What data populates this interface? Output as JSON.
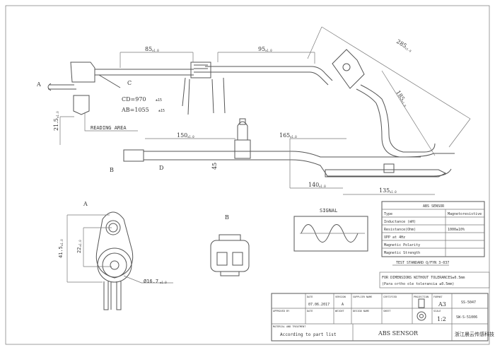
{
  "labels": {
    "a": "A",
    "b": "B",
    "c": "C",
    "d": "D",
    "view_a": "A",
    "view_b": "B"
  },
  "dims": {
    "d85": "85",
    "d95": "95",
    "d285": "285",
    "d185": "185",
    "d150": "150",
    "d165": "165",
    "d140": "140",
    "d135": "135",
    "d215": "21.5",
    "d415": "41.5",
    "d22": "22",
    "d167": "Ø16.7",
    "d45": "45"
  },
  "tolerance": "±1.0",
  "notes": {
    "cd": "CD=970",
    "ab": "AB=1055",
    "tol_cdab": "±15",
    "reading_area": "READING AREA",
    "signal": "SIGNAL"
  },
  "spec_table": {
    "title": "ABS SENSOR",
    "rows": [
      {
        "label": "Type",
        "value": "Magnetoresistive"
      },
      {
        "label": "Inductance (mH)",
        "value": ""
      },
      {
        "label": "Resistance(Ohm)",
        "value": "1000±10%"
      },
      {
        "label": "VPP at 4Hz",
        "value": ""
      },
      {
        "label": "Magnetic Polarity",
        "value": ""
      },
      {
        "label": "Magnetic Strength",
        "value": ""
      }
    ]
  },
  "test_standard": "TEST STANDARD Q/FYN 3-037",
  "tolerance_note": [
    "FOR DIMENSIONS WITHOUT TOLERANCES±0.5mm",
    "(Para ortho ole tolerancia ±0.5mm)"
  ],
  "title_block": {
    "date_label": "DATE",
    "date": "07.06.2017",
    "version_label": "VERSION",
    "version": "A",
    "approved_label": "APPROVED BY",
    "date2_label": "DATE",
    "weight_label": "WEIGHT",
    "supplier_label": "SUPPLIER NAME",
    "design_label": "DESIGN NAME",
    "certified_label": "CERTIFIED",
    "sheet_label": "SHEET",
    "projection_label": "PROJECTION",
    "format_label": "FORMAT",
    "format": "A3",
    "scale_label": "SCALE",
    "scale": "1:2",
    "part_code": "SS-5047",
    "drawing_no": "SW-S-51006",
    "material_label": "MATERIAL AND TREATMENT",
    "material": "According to part list",
    "title": "ABS SENSOR",
    "company": "浙江晨云传感科技"
  }
}
